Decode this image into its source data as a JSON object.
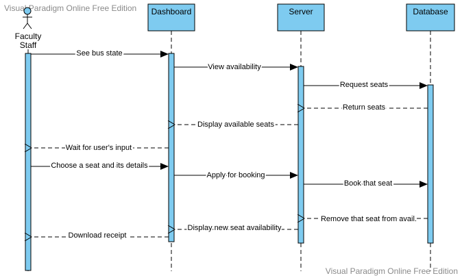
{
  "watermark_top": "Visual Paradigm Online Free Edition",
  "watermark_bottom": "Visual Paradigm Online Free Edition",
  "colors": {
    "lifeline_box": "#7ecbf0",
    "activation": "#7ecbf0",
    "stroke": "#000000",
    "actor_head": "#7ecbf0"
  },
  "actor": {
    "name_line1": "Faculty",
    "name_line2": "Staff"
  },
  "lifelines": [
    {
      "id": "dashboard",
      "label": "Dashboard"
    },
    {
      "id": "server",
      "label": "Server"
    },
    {
      "id": "database",
      "label": "Database"
    }
  ],
  "messages": [
    {
      "label": "See bus state",
      "type": "sync"
    },
    {
      "label": "View availability",
      "type": "sync"
    },
    {
      "label": "Request seats",
      "type": "sync"
    },
    {
      "label": "Return seats",
      "type": "return"
    },
    {
      "label": "Display available seats",
      "type": "return"
    },
    {
      "label": "Wait for user's input",
      "type": "return"
    },
    {
      "label": "Choose a seat and its details",
      "type": "sync"
    },
    {
      "label": "Apply for booking",
      "type": "sync"
    },
    {
      "label": "Book that seat",
      "type": "sync"
    },
    {
      "label": "Remove that seat from avail.",
      "type": "return"
    },
    {
      "label": "Display new seat availability",
      "type": "return"
    },
    {
      "label": "Download receipt",
      "type": "return"
    }
  ]
}
